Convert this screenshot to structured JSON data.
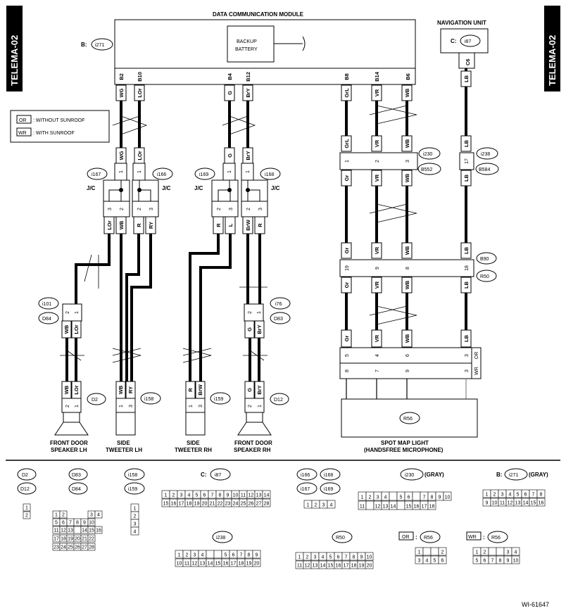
{
  "side_tag": "TELEMA-02",
  "figure_id": "WI-61647",
  "dcm": {
    "title": "DATA COMMUNICATION MODULE",
    "connector": "i271",
    "prefix": "B:",
    "backup": [
      "BACKUP",
      "BATTERY"
    ],
    "pins": [
      "B2",
      "B10",
      "B4",
      "B12",
      "B8",
      "B14",
      "B6"
    ]
  },
  "nav": {
    "title": "NAVIGATION UNIT",
    "prefix": "C:",
    "connector": "i87",
    "pin": "C6"
  },
  "legend": [
    {
      "code": "OR",
      "text": ": WITHOUT SUNROOF"
    },
    {
      "code": "WR",
      "text": ": WITH SUNROOF"
    }
  ],
  "wire_colors": {
    "wg": "WG",
    "lor": "LOr",
    "g": "G",
    "bry": "BrY",
    "grl": "GrL",
    "vr": "VR",
    "wb": "WB",
    "lb": "LB",
    "gr": "Gr",
    "r": "R",
    "ry": "RY",
    "l": "L",
    "brw": "BrW"
  },
  "pins": {
    "p1": "1",
    "p2": "2",
    "p3": "3",
    "p4": "4",
    "p5": "5",
    "p6": "6",
    "p7": "7",
    "p8": "8",
    "p9": "9",
    "p17": "17",
    "p18": "18",
    "p19": "19"
  },
  "jc": {
    "label": "J/C",
    "i167": "i167",
    "i166": "i166",
    "i169": "i169",
    "i168": "i168"
  },
  "conn": {
    "i230": "i230",
    "b552": "B552",
    "i238": "i238",
    "b584": "B584",
    "b90": "B90",
    "r50": "R50",
    "i101": "i101",
    "d84": "D84",
    "i76": "i76",
    "d83": "D83",
    "d2": "D2",
    "i158": "i158",
    "i159": "i159",
    "d12": "D12",
    "r56": "R56",
    "or": "OR",
    "wr": "WR"
  },
  "components": {
    "fdl": [
      "FRONT DOOR",
      "SPEAKER LH"
    ],
    "stl": [
      "SIDE",
      "TWEETER LH"
    ],
    "str": [
      "SIDE",
      "TWEETER RH"
    ],
    "fdr": [
      "FRONT DOOR",
      "SPEAKER RH"
    ],
    "spot": [
      "SPOT MAP LIGHT",
      "(HANDSFREE MICROPHONE)"
    ]
  },
  "legend_panel": {
    "d2": "D2",
    "d12": "D12",
    "d83": "D83",
    "d84": "D84",
    "i158": "i158",
    "i159": "i159",
    "c": "C:",
    "i87": "i87",
    "i166": "i166",
    "i168": "i168",
    "i167": "i167",
    "i169": "i169",
    "i230g": "i230",
    "gray": "(GRAY)",
    "b": "B:",
    "i271": "i271",
    "i238": "i238",
    "r50": "R50",
    "or": "OR",
    "wr": "WR",
    "r56": "R56",
    "colon": ":"
  }
}
